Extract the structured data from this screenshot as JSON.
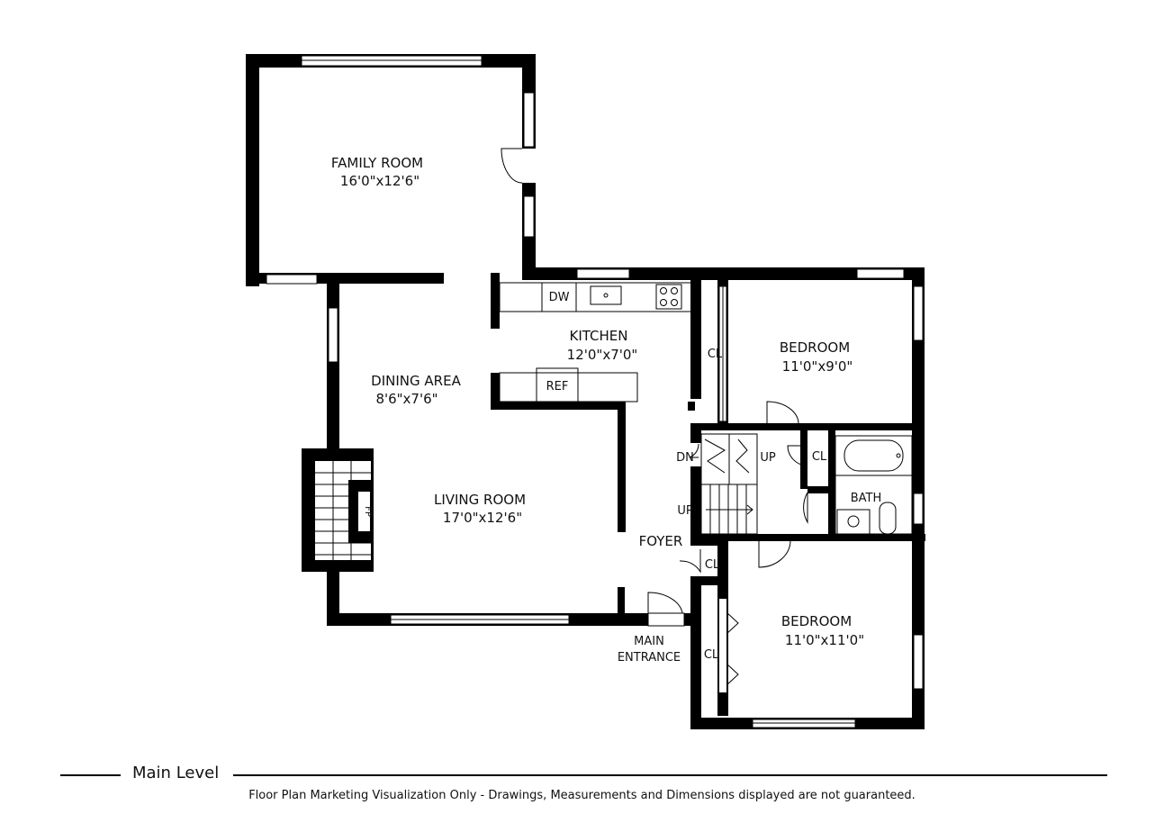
{
  "rooms": {
    "family": {
      "name": "FAMILY ROOM",
      "dims": "16'0\"x12'6\""
    },
    "dining": {
      "name": "DINING AREA",
      "dims": "8'6\"x7'6\""
    },
    "living": {
      "name": "LIVING ROOM",
      "dims": "17'0\"x12'6\""
    },
    "kitchen": {
      "name": "KITCHEN",
      "dims": "12'0\"x7'0\""
    },
    "bedroom1": {
      "name": "BEDROOM",
      "dims": "11'0\"x9'0\""
    },
    "bedroom2": {
      "name": "BEDROOM",
      "dims": "11'0\"x11'0\""
    },
    "bath": {
      "name": "BATH"
    },
    "foyer": {
      "name": "FOYER"
    }
  },
  "fixtures": {
    "dw": "DW",
    "ref": "REF",
    "fp": "FP",
    "cl": "CL",
    "dn": "DN",
    "up": "UP"
  },
  "entrance": {
    "line1": "MAIN",
    "line2": "ENTRANCE"
  },
  "footer": {
    "level": "Main Level",
    "disclaimer": "Floor Plan Marketing Visualization Only - Drawings, Measurements and Dimensions displayed are not guaranteed."
  }
}
